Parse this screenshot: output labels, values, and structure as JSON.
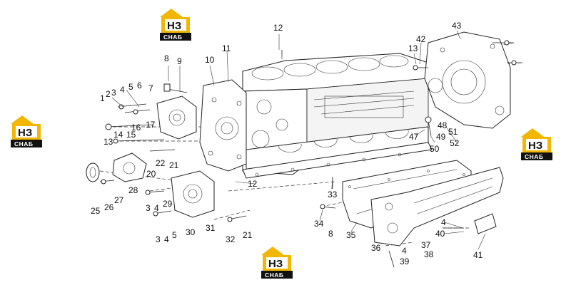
{
  "logo": {
    "big": "НЗ",
    "small": "СНАБ",
    "accent": "#f2b705"
  },
  "labels": {
    "l1": "1",
    "l2": "2",
    "l3": "3",
    "l4": "4",
    "l5": "5",
    "l6": "6",
    "l7": "7",
    "l8": "8",
    "l9": "9",
    "l10": "10",
    "l11": "11",
    "l12": "12",
    "l12b": "12",
    "l13": "13",
    "l13b": "13",
    "l14": "14",
    "l15": "15",
    "l16": "16",
    "l17": "17",
    "l20": "20",
    "l21": "21",
    "l21b": "21",
    "l22": "22",
    "l25": "25",
    "l26": "26",
    "l27": "27",
    "l28": "28",
    "l29": "29",
    "l30": "30",
    "l31": "31",
    "l32": "32",
    "l33": "33",
    "l34": "34",
    "l35": "35",
    "l36": "36",
    "l37": "37",
    "l38": "38",
    "l39": "39",
    "l40": "40",
    "l41": "41",
    "l42": "42",
    "l43": "43",
    "l47": "47",
    "l48": "48",
    "l49": "49",
    "l50": "50",
    "l51": "51",
    "l52": "52",
    "l3b": "3",
    "l4b": "4",
    "l5b": "5",
    "l3c": "3",
    "l4c": "4",
    "l8b": "8",
    "l4d": "4",
    "l4e": "4"
  }
}
